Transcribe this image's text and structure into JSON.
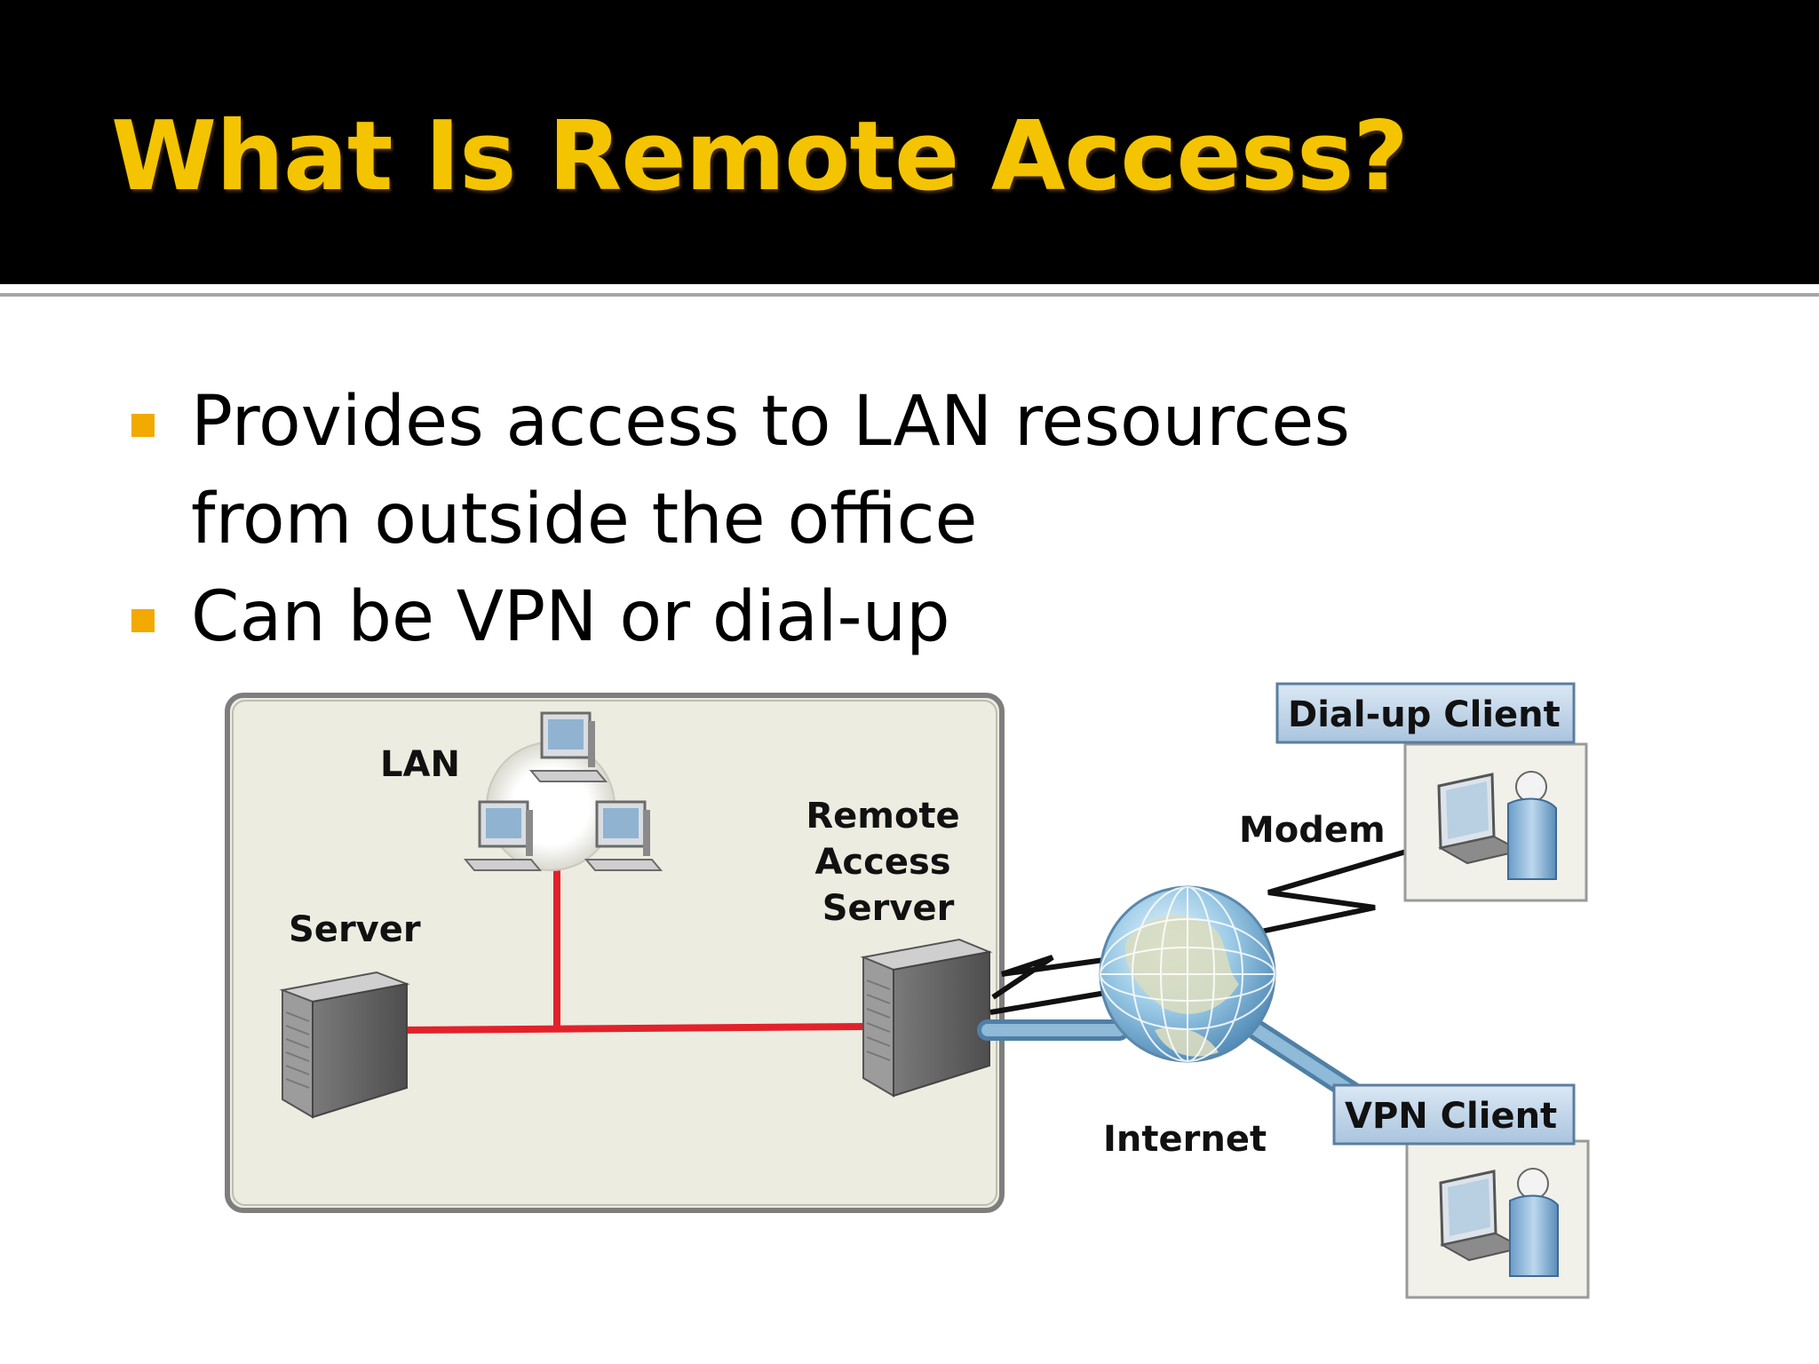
{
  "slide": {
    "title": "What Is Remote Access?",
    "bullets": [
      "Provides access to LAN resources from outside the office",
      "Can be VPN or dial-up"
    ]
  },
  "diagram": {
    "labels": {
      "lan": "LAN",
      "server": "Server",
      "ras_line1": "Remote",
      "ras_line2": "Access",
      "ras_line3": "Server",
      "modem": "Modem",
      "internet": "Internet",
      "dialup_client": "Dial-up Client",
      "vpn_client": "VPN Client"
    }
  },
  "colors": {
    "title": "#f5c400",
    "bullet_marker": "#f2a900",
    "lan_cable": "#e2222b",
    "vpn_link": "#6f9fc2",
    "lan_box_fill": "#ecece0",
    "client_label_fill": "#c7d9ea"
  }
}
